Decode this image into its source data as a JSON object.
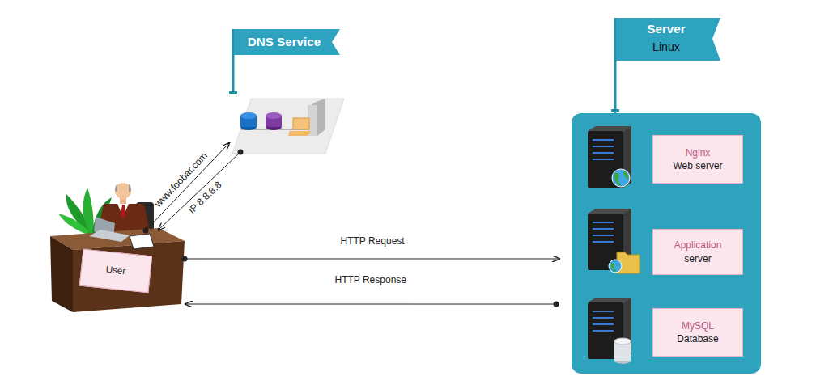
{
  "diagram": {
    "nodes": [
      {
        "text": [
          "DNS Service"
        ]
      },
      {
        "text": [
          "User"
        ]
      },
      {
        "text": [
          "Server",
          "Linux"
        ]
      },
      {
        "text": [
          "Nginx",
          "Web server"
        ],
        "in": 2
      },
      {
        "text": [
          "Application",
          "server"
        ],
        "in": 2
      },
      {
        "text": [
          "MySQL",
          "Database"
        ],
        "in": 2
      }
    ],
    "edges": [
      {
        "from": 1,
        "to": 0,
        "label": "www.foobar.com",
        "arrow": "to"
      },
      {
        "from": 0,
        "to": 1,
        "label": "IP 8.8.8.8",
        "arrow": "to"
      },
      {
        "from": 1,
        "to": 2,
        "label": "HTTP Request",
        "arrow": "to"
      },
      {
        "from": 2,
        "to": 1,
        "label": "HTTP Response",
        "arrow": "to"
      }
    ]
  }
}
